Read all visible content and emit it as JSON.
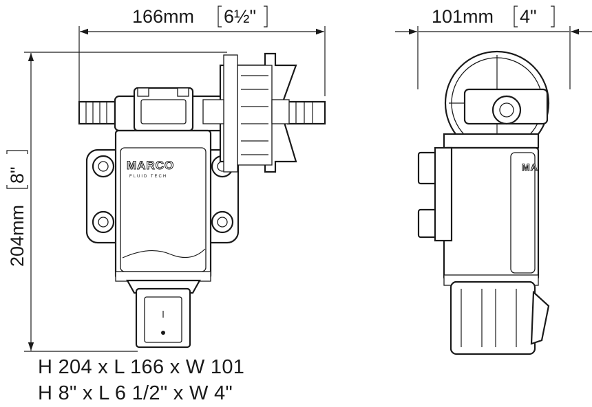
{
  "dimensions": {
    "length": {
      "metric": "166mm",
      "imperial": "6½\""
    },
    "width": {
      "metric": "101mm",
      "imperial": "4\""
    },
    "height": {
      "metric": "204mm",
      "imperial": "8\""
    }
  },
  "caption": {
    "metric_line": "H 204 x L 166 x W 101",
    "imperial_line": "H 8\" x L 6 1/2\" x W 4\""
  },
  "logo": {
    "brand": "MARCO",
    "sub": "FLUID TECH"
  }
}
